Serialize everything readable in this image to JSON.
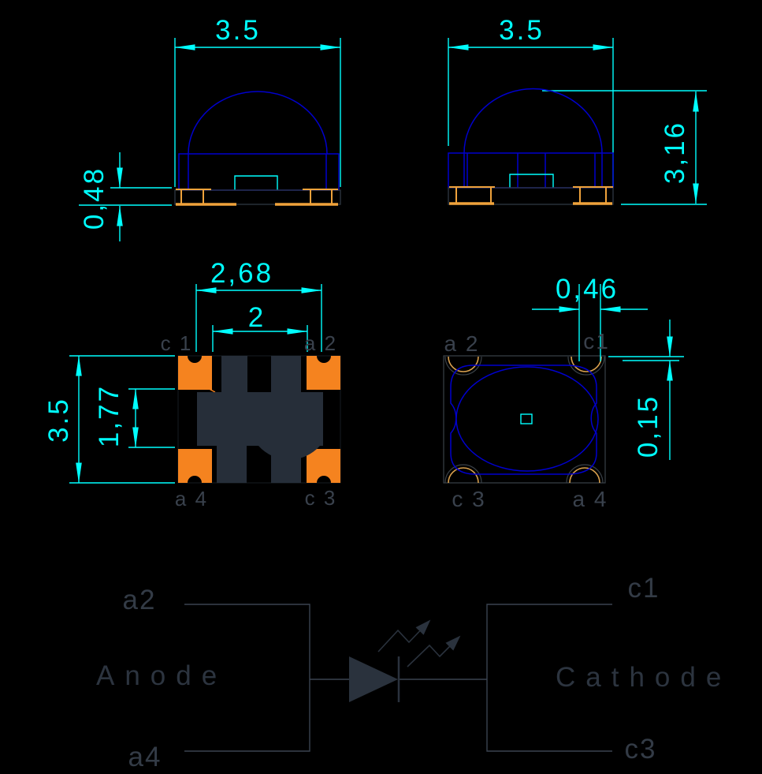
{
  "title": "SMD LED package dimensional drawing",
  "colors": {
    "background": "#000000",
    "dimension_cyan": "#00ffff",
    "outline_blue": "#0000cd",
    "pad_orange_fill": "#f5831f",
    "pad_outline_gold": "#efa23b",
    "notch_arc_orange": "#d9a04e",
    "dark_body_fill": "#262e39",
    "label_gray": "#39414c",
    "schematic_dark": "#2a323d"
  },
  "front_view": {
    "width": "3.5",
    "pad_height": "0,48"
  },
  "side_view": {
    "width": "3.5",
    "height": "3,16"
  },
  "bottom_view": {
    "pad_span": "2,68",
    "inner_span": "2",
    "body_size": "3.5",
    "pad_gap": "1,77",
    "pad_top_left": "c 1",
    "pad_top_right": "a 2",
    "pad_bottom_left": "a 4",
    "pad_bottom_right": "c 3"
  },
  "top_view": {
    "notch_width": "0,46",
    "notch_offset": "0,15",
    "pad_top_left": "a 2",
    "pad_top_right": "c1",
    "pad_bottom_left": "c 3",
    "pad_bottom_right": "a 4"
  },
  "schematic": {
    "anode": "Anode",
    "cathode": "Cathode",
    "pin_a2": "a2",
    "pin_a4": "a4",
    "pin_c1": "c1",
    "pin_c3": "c3"
  }
}
